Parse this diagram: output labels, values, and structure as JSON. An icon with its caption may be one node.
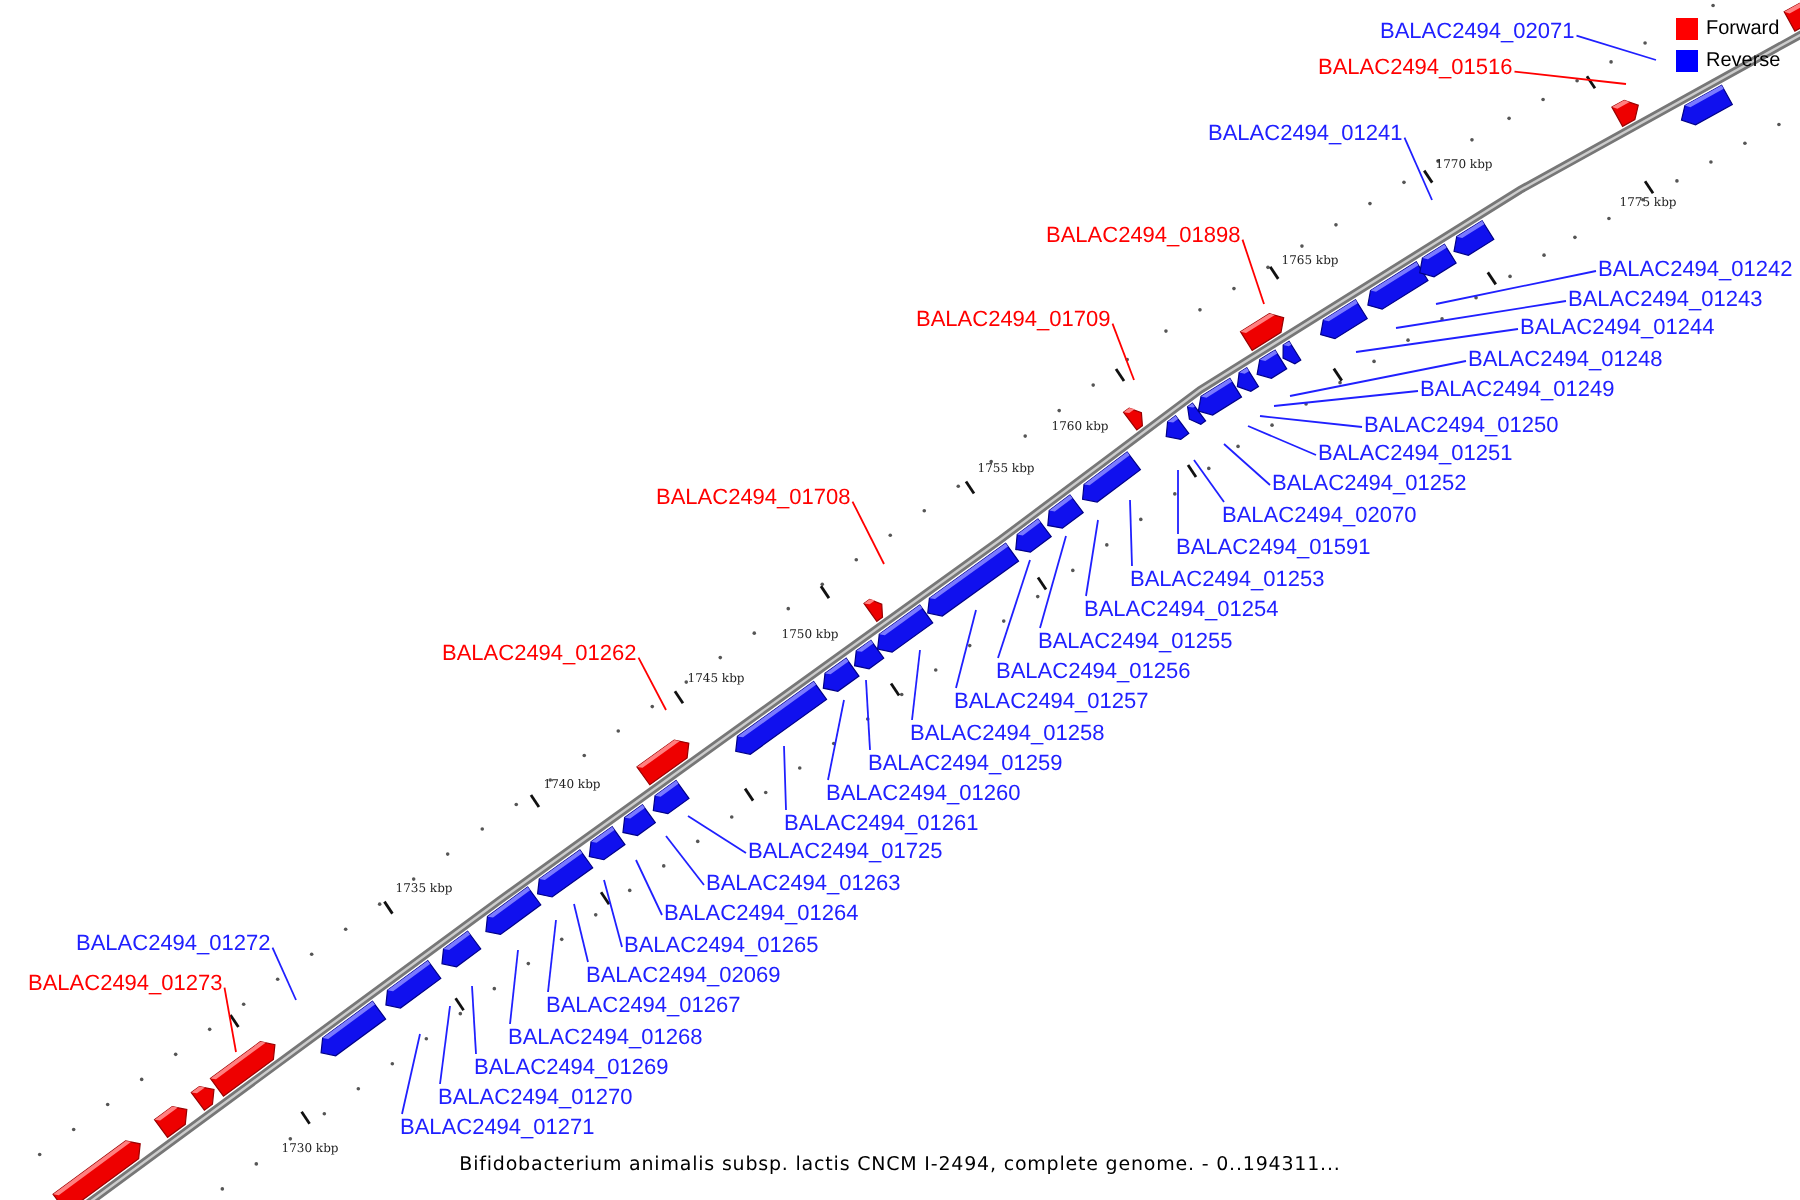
{
  "diagram": {
    "caption": "Bifidobacterium animalis subsp. lactis CNCM I-2494, complete genome. - 0..194311...",
    "nodes": [
      {
        "text": [
          "BALAC2494_02071"
        ]
      },
      {
        "text": [
          "BALAC2494_01516"
        ]
      },
      {
        "text": [
          "BALAC2494_01241"
        ]
      },
      {
        "text": [
          "BALAC2494_01898"
        ]
      },
      {
        "text": [
          "BALAC2494_01242"
        ]
      },
      {
        "text": [
          "BALAC2494_01243"
        ]
      },
      {
        "text": [
          "BALAC2494_01709"
        ]
      },
      {
        "text": [
          "BALAC2494_01244"
        ]
      },
      {
        "text": [
          "BALAC2494_01248"
        ]
      },
      {
        "text": [
          "BALAC2494_01249"
        ]
      },
      {
        "text": [
          "BALAC2494_01250"
        ]
      },
      {
        "text": [
          "BALAC2494_01251"
        ]
      },
      {
        "text": [
          "BALAC2494_01252"
        ]
      },
      {
        "text": [
          "BALAC2494_01708"
        ]
      },
      {
        "text": [
          "BALAC2494_02070"
        ]
      },
      {
        "text": [
          "BALAC2494_01591"
        ]
      },
      {
        "text": [
          "BALAC2494_01253"
        ]
      },
      {
        "text": [
          "BALAC2494_01254"
        ]
      },
      {
        "text": [
          "BALAC2494_01255"
        ]
      },
      {
        "text": [
          "BALAC2494_01262"
        ]
      },
      {
        "text": [
          "BALAC2494_01256"
        ]
      },
      {
        "text": [
          "BALAC2494_01257"
        ]
      },
      {
        "text": [
          "BALAC2494_01258"
        ]
      },
      {
        "text": [
          "BALAC2494_01259"
        ]
      },
      {
        "text": [
          "BALAC2494_01260"
        ]
      },
      {
        "text": [
          "BALAC2494_01261"
        ]
      },
      {
        "text": [
          "BALAC2494_01725"
        ]
      },
      {
        "text": [
          "BALAC2494_01263"
        ]
      },
      {
        "text": [
          "BALAC2494_01264"
        ]
      },
      {
        "text": [
          "BALAC2494_01272"
        ]
      },
      {
        "text": [
          "BALAC2494_01265"
        ]
      },
      {
        "text": [
          "BALAC2494_02069"
        ]
      },
      {
        "text": [
          "BALAC2494_01273"
        ]
      },
      {
        "text": [
          "BALAC2494_01267"
        ]
      },
      {
        "text": [
          "BALAC2494_01268"
        ]
      },
      {
        "text": [
          "BALAC2494_01269"
        ]
      },
      {
        "text": [
          "BALAC2494_01270"
        ]
      },
      {
        "text": [
          "BALAC2494_01271"
        ]
      }
    ],
    "edges": [
      {
        "from": 0,
        "to": null,
        "arrow": "none"
      },
      {
        "from": 1,
        "to": null,
        "arrow": "none",
        "color": "#ff0000"
      },
      {
        "from": 2,
        "to": null,
        "arrow": "none"
      },
      {
        "from": 3,
        "to": null,
        "arrow": "none",
        "color": "#ff0000"
      },
      {
        "from": 4,
        "to": null,
        "arrow": "none"
      },
      {
        "from": 5,
        "to": null,
        "arrow": "none"
      },
      {
        "from": 6,
        "to": null,
        "arrow": "none",
        "color": "#ff0000"
      },
      {
        "from": 7,
        "to": null,
        "arrow": "none"
      },
      {
        "from": 8,
        "to": null,
        "arrow": "none"
      },
      {
        "from": 9,
        "to": null,
        "arrow": "none"
      },
      {
        "from": 10,
        "to": null,
        "arrow": "none"
      },
      {
        "from": 11,
        "to": null,
        "arrow": "none"
      },
      {
        "from": 12,
        "to": null,
        "arrow": "none"
      },
      {
        "from": 13,
        "to": null,
        "arrow": "none",
        "color": "#ff0000"
      },
      {
        "from": 14,
        "to": null,
        "arrow": "none"
      },
      {
        "from": 15,
        "to": null,
        "arrow": "none"
      },
      {
        "from": 16,
        "to": null,
        "arrow": "none"
      },
      {
        "from": 17,
        "to": null,
        "arrow": "none"
      },
      {
        "from": 18,
        "to": null,
        "arrow": "none"
      },
      {
        "from": 19,
        "to": null,
        "arrow": "none",
        "color": "#ff0000"
      },
      {
        "from": 20,
        "to": null,
        "arrow": "none"
      },
      {
        "from": 21,
        "to": null,
        "arrow": "none"
      },
      {
        "from": 22,
        "to": null,
        "arrow": "none"
      },
      {
        "from": 23,
        "to": null,
        "arrow": "none"
      },
      {
        "from": 24,
        "to": null,
        "arrow": "none"
      },
      {
        "from": 25,
        "to": null,
        "arrow": "none"
      },
      {
        "from": 26,
        "to": null,
        "arrow": "none"
      },
      {
        "from": 27,
        "to": null,
        "arrow": "none"
      },
      {
        "from": 28,
        "to": null,
        "arrow": "none"
      },
      {
        "from": 29,
        "to": null,
        "arrow": "none"
      },
      {
        "from": 30,
        "to": null,
        "arrow": "none"
      },
      {
        "from": 31,
        "to": null,
        "arrow": "none"
      },
      {
        "from": 32,
        "to": null,
        "arrow": "none",
        "color": "#ff0000"
      },
      {
        "from": 33,
        "to": null,
        "arrow": "none"
      },
      {
        "from": 34,
        "to": null,
        "arrow": "none"
      },
      {
        "from": 35,
        "to": null,
        "arrow": "none"
      },
      {
        "from": 36,
        "to": null,
        "arrow": "none"
      },
      {
        "from": 37,
        "to": null,
        "arrow": "none"
      }
    ],
    "labels": [
      "1775 kbp",
      "1770 kbp",
      "1765 kbp",
      "1760 kbp",
      "1755 kbp",
      "1750 kbp",
      "1745 kbp",
      "1740 kbp",
      "1735 kbp",
      "1730 kbp"
    ],
    "legend": [
      {
        "text": "Forward",
        "color": "#ff0000"
      },
      {
        "text": "Reverse",
        "color": "#0000ff"
      }
    ]
  }
}
